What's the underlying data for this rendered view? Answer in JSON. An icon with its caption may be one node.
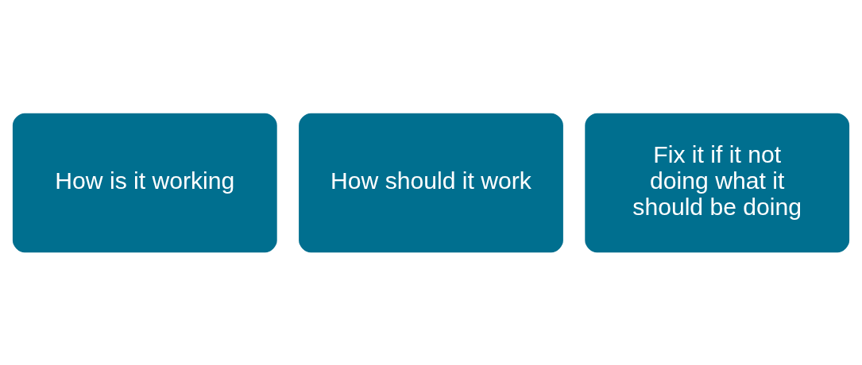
{
  "diagram": {
    "nodes": [
      {
        "text": [
          "How is it working"
        ]
      },
      {
        "text": [
          "How should it work"
        ]
      },
      {
        "text": [
          "Fix it if it not doing what it should be doing"
        ]
      }
    ]
  }
}
